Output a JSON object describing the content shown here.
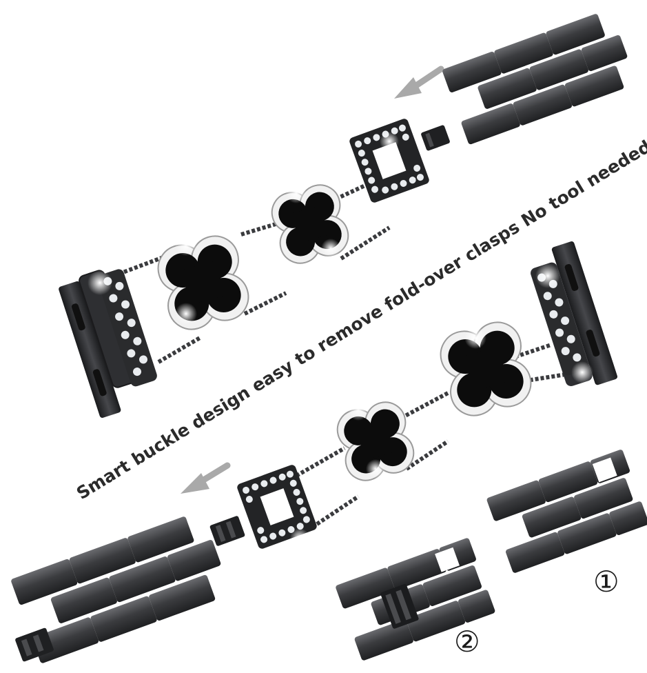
{
  "caption": {
    "text": "Smart buckle design easy to remove fold-over clasps No tool needed"
  },
  "steps": [
    {
      "label": "①"
    },
    {
      "label": "②"
    }
  ],
  "colors": {
    "background": "#ffffff",
    "metal_dark": "#2b2c2e",
    "metal_mid": "#3d3e41",
    "metal_light": "#5a5b5f",
    "enamel": "#0c0c0c",
    "rhinestone": "#e9ecef",
    "arrow": "#a9a9a9"
  },
  "icons": [
    "arrow-left-icon",
    "step-one-icon",
    "step-two-icon"
  ]
}
